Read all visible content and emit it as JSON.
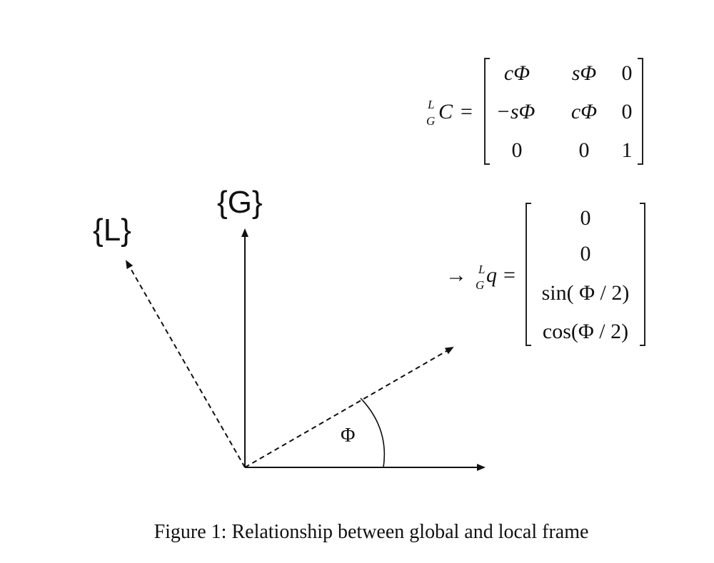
{
  "figure": {
    "caption": "Figure 1: Relationship between global and local frame",
    "frames": {
      "global": "{G}",
      "local": "{L}"
    },
    "angle_label": "Φ",
    "dcm": {
      "lhs_super": "L",
      "lhs_sub": "G",
      "lhs_symbol": "C",
      "equals": "=",
      "rows": [
        [
          "cΦ",
          "sΦ",
          "0"
        ],
        [
          "−sΦ",
          "cΦ",
          "0"
        ],
        [
          "0",
          "0",
          "1"
        ]
      ]
    },
    "quaternion": {
      "arrow": "→",
      "lhs_super": "L",
      "lhs_sub": "G",
      "lhs_symbol": "q",
      "equals": "=",
      "entries": [
        "0",
        "0",
        "sin( Φ / 2)",
        "cos(Φ / 2)"
      ]
    }
  }
}
